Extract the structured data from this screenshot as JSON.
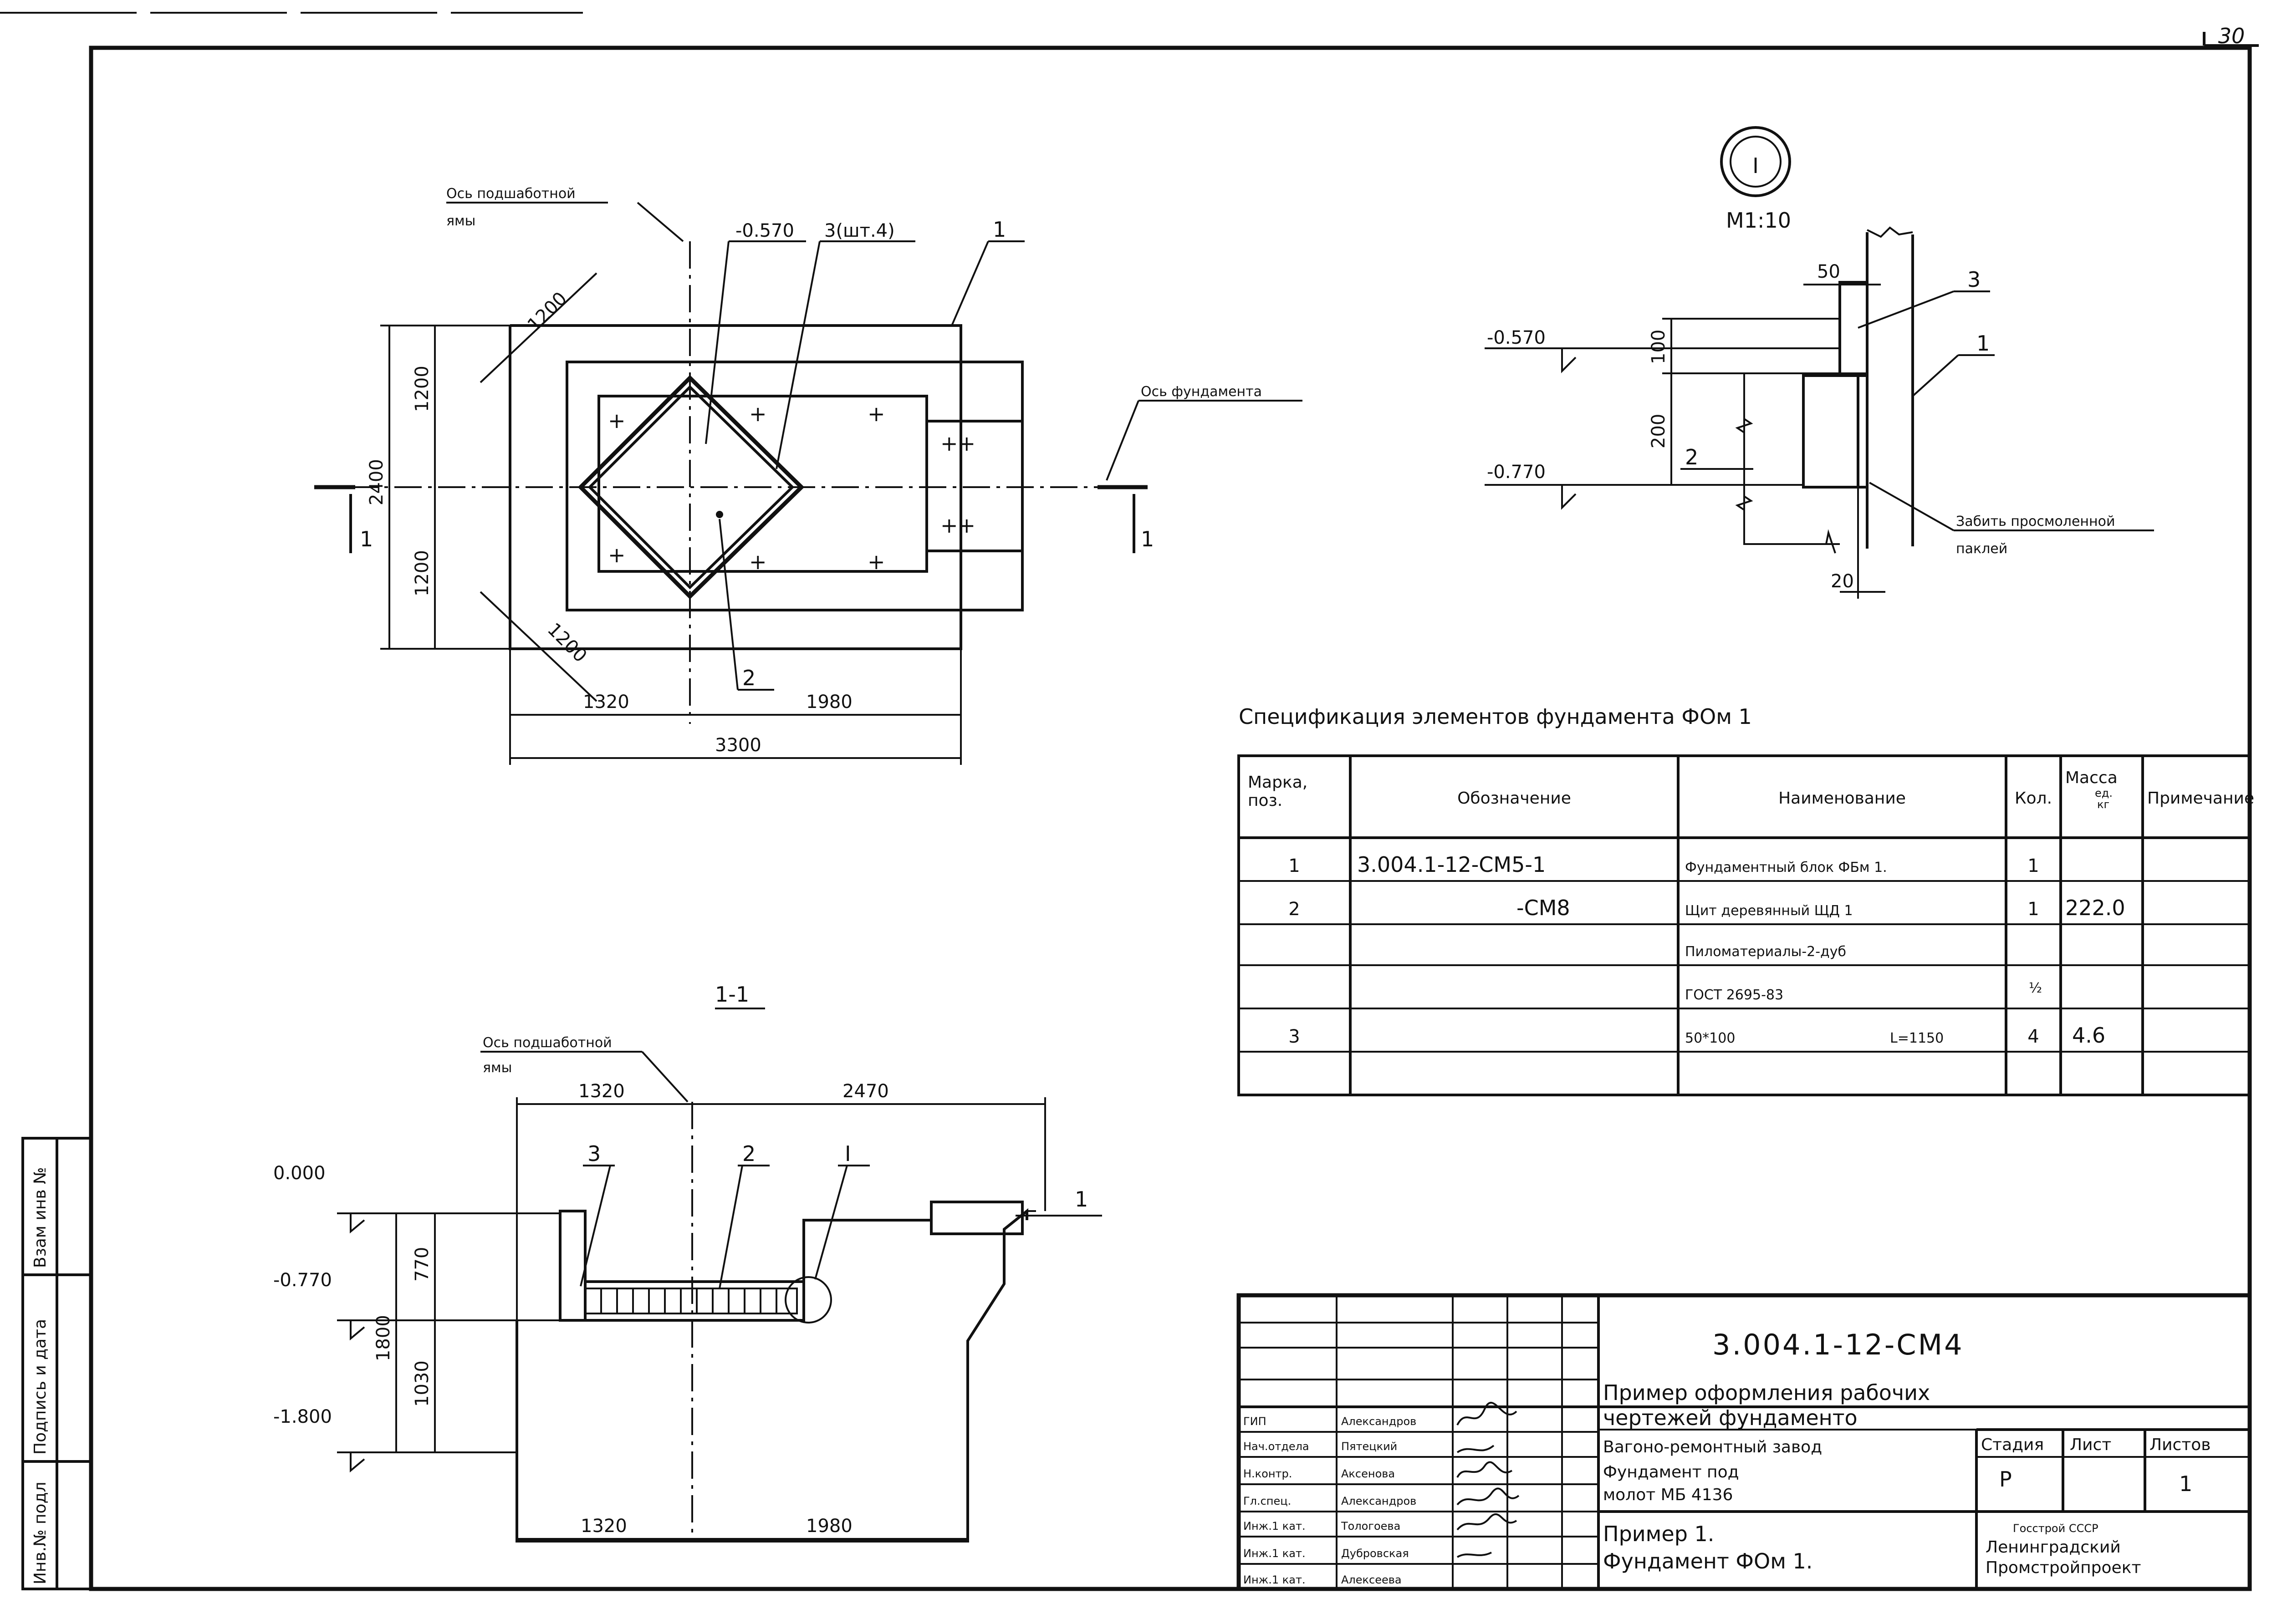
{
  "sheet_number": "30",
  "left_stamp": {
    "inv_no": "Инв.№ подл",
    "sign_date": "Подпись и дата",
    "replace_inv": "Взам инв №"
  },
  "plan": {
    "axis_pit": "Ось подшаботной",
    "axis_pit2": "ямы",
    "axis_foundation": "Ось фундамента",
    "level": "-0.570",
    "part3_count": "3(шт.4)",
    "pos1": "1",
    "pos2": "2",
    "section_mark": "1",
    "dims": {
      "d1200a": "1200",
      "d1200b": "1200",
      "d2400": "2400",
      "d1320": "1320",
      "d1980": "1980",
      "d3300": "3300",
      "diag1": "1200",
      "diag2": "1200"
    }
  },
  "detail": {
    "callout": "I",
    "scale": "M1:10",
    "level1": "-0.570",
    "level2": "-0.770",
    "d50": "50",
    "d100": "100",
    "d200": "200",
    "d20": "20",
    "pos1": "1",
    "pos2": "2",
    "pos3": "3",
    "note1": "Забить просмоленной",
    "note2": "паклей"
  },
  "section": {
    "title": "1-1",
    "axis_pit": "Ось подшаботной",
    "axis_pit2": "ямы",
    "level0": "0.000",
    "level1": "-0.770",
    "level2": "-1.800",
    "d1320top": "1320",
    "d2470": "2470",
    "d770": "770",
    "d1030": "1030",
    "d1800": "1800",
    "d1320bot": "1320",
    "d1980bot": "1980",
    "pos1": "1",
    "pos2": "2",
    "pos3": "3",
    "callout": "I"
  },
  "spec": {
    "title": "Спецификация элементов фундамента ФОм 1",
    "headers": {
      "mark": "Марка,",
      "mark2": "поз.",
      "designation": "Обозначение",
      "name": "Наименование",
      "qty": "Кол.",
      "mass": "Масса",
      "mass2": "ед.",
      "mass3": "кг",
      "note": "Примечание"
    },
    "rows": [
      {
        "pos": "1",
        "designation": "3.004.1-12-СМ5-1",
        "name": "Фундаментный блок ФБм 1.",
        "qty": "1",
        "mass": ""
      },
      {
        "pos": "2",
        "designation": "-СМ8",
        "name": "Щит деревянный ЩД 1",
        "qty": "1",
        "mass": "222.0"
      },
      {
        "pos": "",
        "designation": "",
        "name": "Пиломатериалы-2-дуб",
        "qty": "",
        "mass": ""
      },
      {
        "pos": "",
        "designation": "",
        "name": "ГОСТ 2695-83",
        "qty": "½",
        "mass": ""
      },
      {
        "pos": "3",
        "designation": "",
        "name": "50*100",
        "name_extra": "L=1150",
        "qty": "4",
        "mass": "4.6"
      },
      {
        "pos": "",
        "designation": "",
        "name": "",
        "qty": "",
        "mass": ""
      }
    ]
  },
  "title_block": {
    "code": "3.004.1-12-СМ4",
    "desc1": "Пример оформления рабочих",
    "desc2": "чертежей фундаменто",
    "object1": "Вагоно-ремонтный завод",
    "object2": "Фундамент под",
    "object3": "молот  МБ 4136",
    "sheet_title1": "Пример 1.",
    "sheet_title2": "Фундамент ФОм 1.",
    "stage_h": "Стадия",
    "sheet_h": "Лист",
    "sheets_h": "Листов",
    "stage": "Р",
    "sheets": "1",
    "org1": "Госстрой СССР",
    "org2": "Ленинградский",
    "org3": "Промстройпроект",
    "people": [
      {
        "role": "ГИП",
        "name": "Александров"
      },
      {
        "role": "Нач.отдела",
        "name": "Пятецкий"
      },
      {
        "role": "Н.контр.",
        "name": "Аксенова"
      },
      {
        "role": "Гл.спец.",
        "name": "Александров"
      },
      {
        "role": "Инж.1 кат.",
        "name": "Тологоева"
      },
      {
        "role": "Инж.1 кат.",
        "name": "Дубровская"
      },
      {
        "role": "Инж.1 кат.",
        "name": "Алексеева"
      }
    ]
  }
}
